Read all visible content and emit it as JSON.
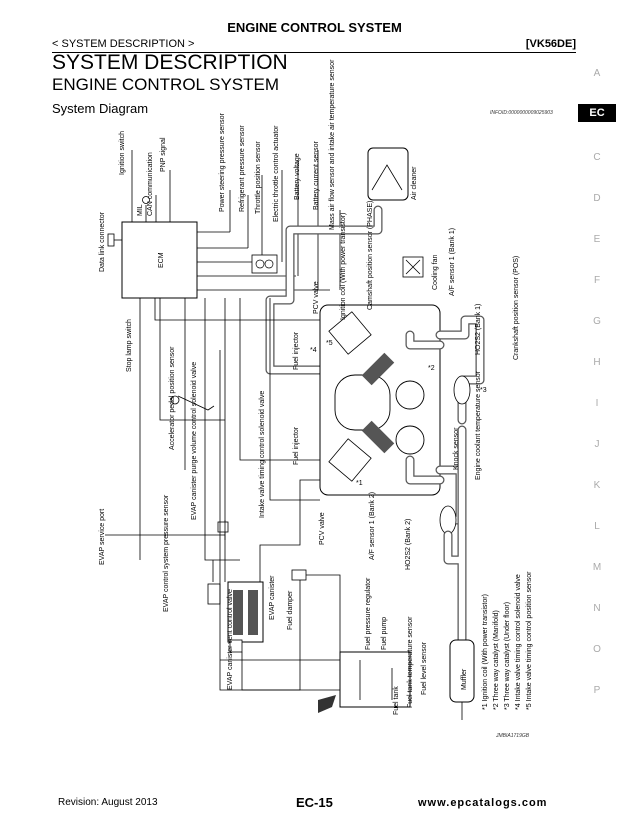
{
  "header": {
    "title": "ENGINE CONTROL SYSTEM",
    "breadcrumb": "< SYSTEM DESCRIPTION >",
    "model_code": "[VK56DE]"
  },
  "page": {
    "section_title": "SYSTEM DESCRIPTION",
    "subtitle": "ENGINE CONTROL SYSTEM",
    "diagram_title": "System Diagram",
    "info_id": "INFOID:0000000009025903",
    "figure_id": "JMBIA1719GB"
  },
  "side_index": {
    "letters": [
      "A",
      "C",
      "D",
      "E",
      "F",
      "G",
      "H",
      "I",
      "J",
      "K",
      "L",
      "M",
      "N",
      "O",
      "P"
    ],
    "active_tab": "EC"
  },
  "diagram": {
    "labels": {
      "ignition_switch": "Ignition switch",
      "mil": "MIL",
      "can": "CAN communication",
      "pnp": "PNP signal",
      "dlc": "Data link connector",
      "ecm": "ECM",
      "ps_sensor": "Power steering pressure sensor",
      "ref_sensor": "Refrigerant pressure sensor",
      "tps": "Throttle position sensor",
      "etc_actuator": "Electric throttle control actuator",
      "batt_voltage": "Battery voltage",
      "batt_current": "Battery current sensor",
      "maf": "Mass air flow sensor and intake air temperature sensor",
      "air_cleaner": "Air cleaner",
      "stop_lamp": "Stop lamp switch",
      "app_sensor": "Accelerator pedal position sensor",
      "fuel_inj_1": "Fuel injector",
      "fuel_inj_2": "Fuel injector",
      "pcv_1": "PCV valve",
      "pcv_2": "PCV valve",
      "ignition_coil": "Ignition coil (With power transistor)",
      "cmp": "Camshaft position sensor (PHASE)",
      "cooling_fan": "Cooling fan",
      "af1_b1": "A/F sensor 1 (Bank 1)",
      "ho2s2_b1": "HO2S2 (Bank 1)",
      "ckp": "Crankshaft position sensor (POS)",
      "knock": "Knock sensor",
      "ect": "Engine coolant temperature sensor",
      "af1_b2": "A/F sensor 1 (Bank 2)",
      "ho2s2_b2": "HO2S2 (Bank 2)",
      "evap_port": "EVAP service port",
      "evap_purge": "EVAP canister purge volume control solenoid valve",
      "ivt": "Intake valve timing control solenoid valve",
      "evap_pressure": "EVAP control system pressure sensor",
      "evap_canister": "EVAP canister",
      "evap_vent": "EVAP canister vent control valve",
      "fuel_damper": "Fuel damper",
      "fpr": "Fuel pressure regulator",
      "fuel_pump": "Fuel pump",
      "ftt": "Fuel tank temperature sensor",
      "fuel_level": "Fuel level sensor",
      "fuel_tank": "Fuel tank",
      "muffler": "Muffler",
      "m1": "*1",
      "m2": "*2",
      "m3": "*3",
      "m4": "*4",
      "m5": "*5"
    },
    "notes": [
      "*1 Ignition coil (With power transistor)",
      "*2 Three way catalyst (Manifold)",
      "*3 Three way catalyst (Under floor)",
      "*4 Intake valve timing control solenoid valve",
      "*5 Intake valve timing control position sensor"
    ]
  },
  "footer": {
    "revision": "Revision: August 2013",
    "page": "EC-15",
    "watermark": "www.epcatalogs.com"
  }
}
